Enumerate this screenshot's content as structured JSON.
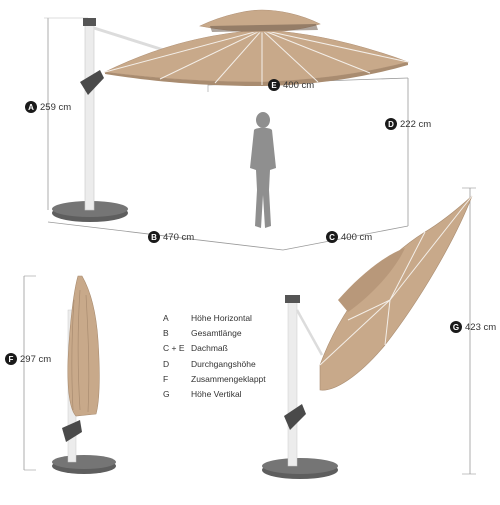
{
  "dimensions": [
    {
      "id": "A",
      "letter": "A",
      "value": "259 cm"
    },
    {
      "id": "B",
      "letter": "B",
      "value": "470 cm"
    },
    {
      "id": "C",
      "letter": "C",
      "value": "400 cm"
    },
    {
      "id": "D",
      "letter": "D",
      "value": "222 cm"
    },
    {
      "id": "E",
      "letter": "E",
      "value": "400 cm"
    },
    {
      "id": "F",
      "letter": "F",
      "value": "297 cm"
    },
    {
      "id": "G",
      "letter": "G",
      "value": "423 cm"
    }
  ],
  "legend": [
    {
      "key": "A",
      "label": "Höhe Horizontal"
    },
    {
      "key": "B",
      "label": "Gesamtlänge"
    },
    {
      "key": "C + E",
      "label": "Dachmaß"
    },
    {
      "key": "D",
      "label": "Durchgangshöhe"
    },
    {
      "key": "F",
      "label": "Zusammengeklappt"
    },
    {
      "key": "G",
      "label": "Höhe Vertikal"
    }
  ],
  "colors": {
    "canopy": "#c8a98a",
    "canopy_shadow": "#a98c70",
    "pole": "#e8e8e8",
    "base": "#6a6a6a",
    "dimension_line": "#9a9a9a",
    "badge": "#1a1a1a",
    "figure": "#8f8f8f"
  }
}
